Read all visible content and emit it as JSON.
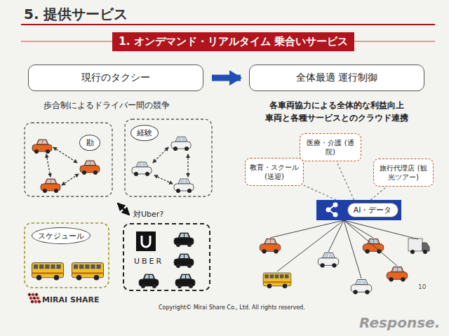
{
  "diagram": {
    "title": "5. 提供サービス",
    "nodes": [
      {
        "text": [
          "1. オンデマンド・リアルタイム 乗合いサービス"
        ]
      },
      {
        "text": [
          "現行のタクシー"
        ]
      },
      {
        "text": [
          "全体最適 運行制御"
        ]
      },
      {
        "text": [
          "勘"
        ]
      },
      {
        "text": [
          "経験"
        ]
      },
      {
        "text": [
          "スケジュール"
        ]
      },
      {
        "text": [
          "UBER"
        ]
      },
      {
        "text": [
          "医療・介護 (通院)"
        ]
      },
      {
        "text": [
          "教育・スクール (送迎)"
        ]
      },
      {
        "text": [
          "旅行代理店 (観光ツアー)"
        ]
      },
      {
        "text": [
          "AI・データ"
        ]
      }
    ],
    "edges": [
      {
        "from": 1,
        "to": 2,
        "arrow": "to"
      },
      {
        "from": 10,
        "to": 7,
        "arrow": "none"
      },
      {
        "from": 10,
        "to": 8,
        "arrow": "none"
      },
      {
        "from": 10,
        "to": 9,
        "arrow": "none"
      }
    ],
    "labels": [
      "歩合制によるドライバー間の競争",
      "各車両協力による全体的な利益向上",
      "車両と各種サービスとのクラウド連携",
      "対Uber?",
      "MIRAI SHARE",
      "Copyright© Mirai Share Co., Ltd. All rights reserved.",
      "10",
      "Response."
    ]
  }
}
